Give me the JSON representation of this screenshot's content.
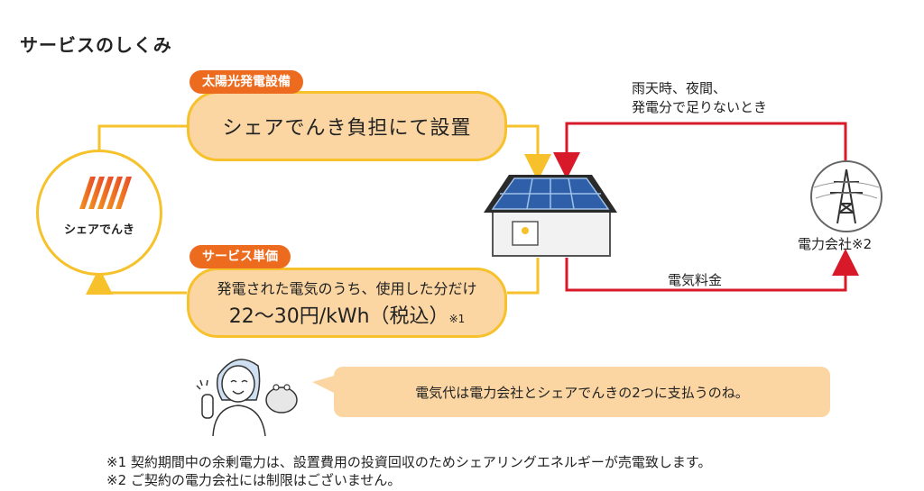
{
  "title": "サービスのしくみ",
  "solar": {
    "tag": "太陽光発電設備",
    "text": "シェアでんき負担にて設置"
  },
  "service": {
    "tag": "サービス単価",
    "line1": "発電された電気のうち、使用した分だけ",
    "price": "22～30円/kWh（税込）",
    "price_note": "※1"
  },
  "logo": {
    "text": "シェアでんき",
    "icon": "solar-panel-stripes-icon"
  },
  "grid_note": {
    "line1": "雨天時、夜間、",
    "line2": "発電分で足りないとき"
  },
  "power_company": {
    "label": "電力会社※2",
    "icon": "transmission-tower-icon"
  },
  "fee": {
    "label": "電気料金"
  },
  "speech": {
    "text": "電気代は電力会社とシェアでんきの2つに支払うのね。"
  },
  "footnotes": [
    "※1 契約期間中の余剰電力は、設置費用の投資回収のためシェアリングエネルギーが売電致します。",
    "※2 ご契約の電力会社には制限はございません。"
  ],
  "colors": {
    "orange": "#ec6b1e",
    "yellow": "#f6c12b",
    "pill": "#fbd6a3",
    "red": "#d7192a",
    "panel": "#2f5fa8"
  }
}
